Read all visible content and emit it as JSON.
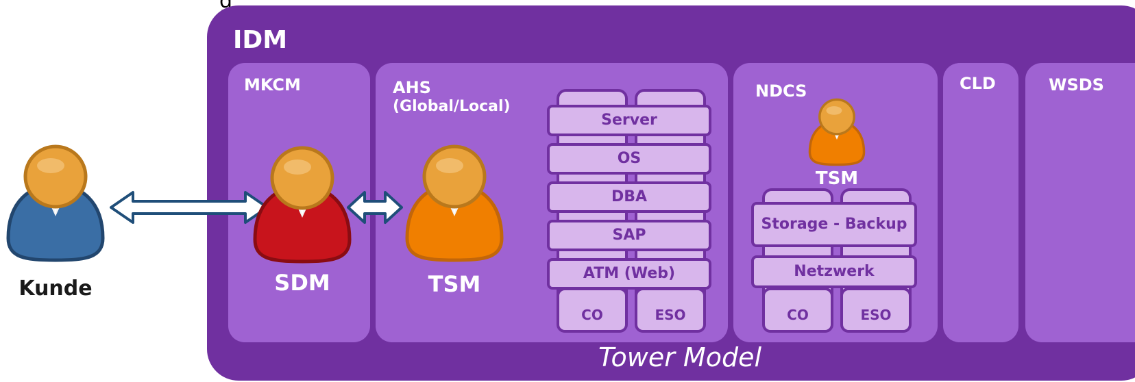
{
  "outer": {
    "title": "IDM",
    "footer": "Tower Model"
  },
  "customer": {
    "label": "Kunde"
  },
  "panels": {
    "mkcm": {
      "title": "MKCM",
      "person": "SDM"
    },
    "ahs": {
      "title": "AHS",
      "subtitle": "(Global/Local)",
      "person": "TSM",
      "stack": [
        "Server",
        "OS",
        "DBA",
        "SAP",
        "ATM (Web)"
      ],
      "columns": [
        "CO",
        "ESO"
      ]
    },
    "ndcs": {
      "title": "NDCS",
      "person": "TSM",
      "stack": [
        "Storage - Backup",
        "Netzwerk"
      ],
      "columns": [
        "CO",
        "ESO"
      ]
    },
    "cld": {
      "title": "CLD"
    },
    "wsds": {
      "title": "WSDS"
    }
  },
  "colors": {
    "idm_purple": "#7030a0",
    "panel_purple": "#9f62d2",
    "light_purple": "#d8b6ec",
    "customer_blue": "#3a6ea5",
    "sdm_red": "#c8141c",
    "tsm_orange": "#f07f00",
    "head_gold": "#e9a23b",
    "arrow_border": "#1f4e79"
  }
}
